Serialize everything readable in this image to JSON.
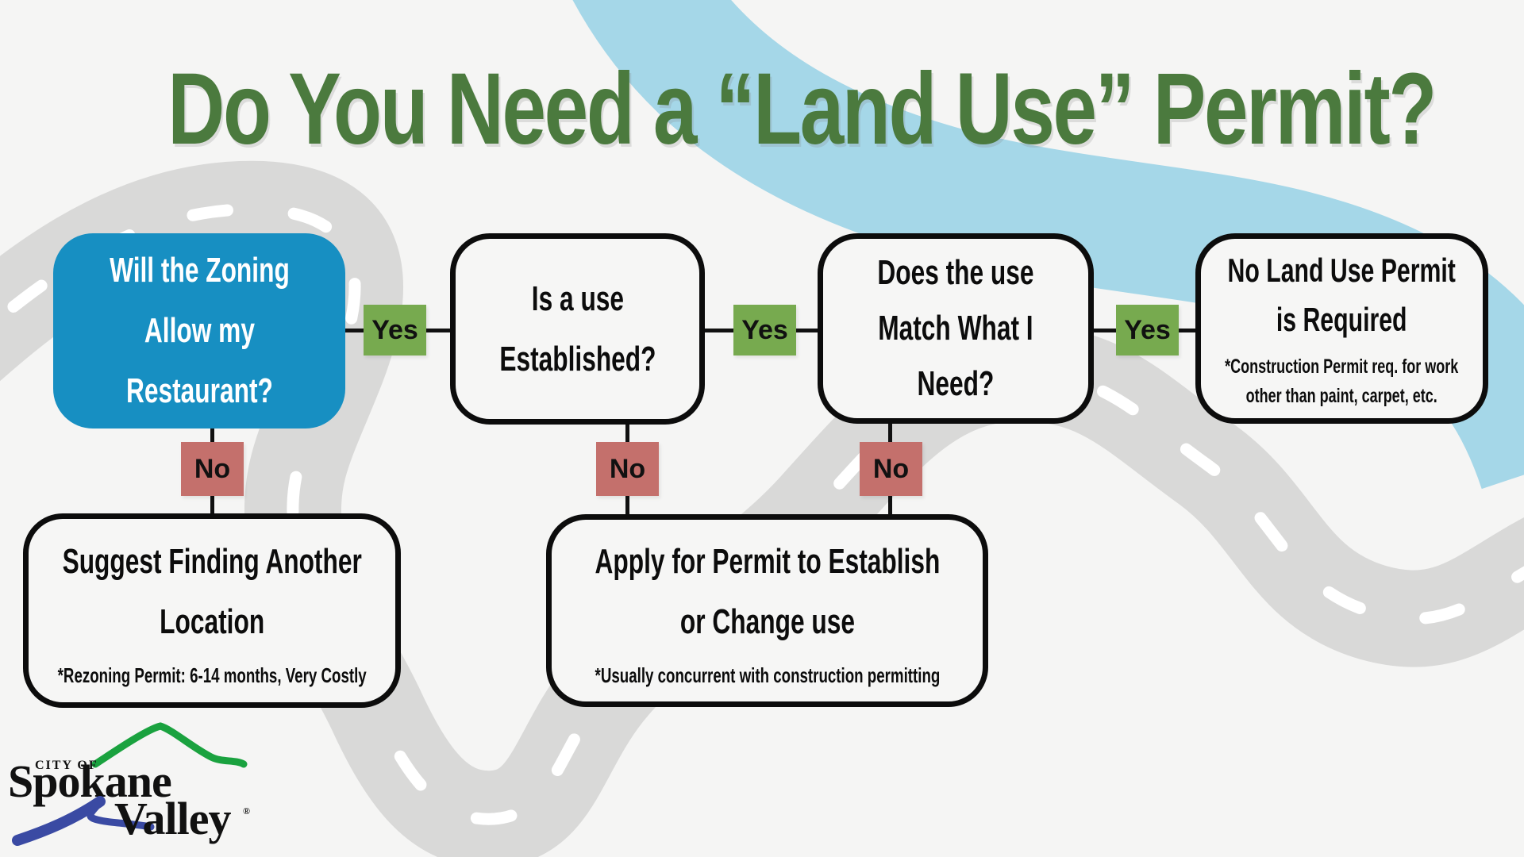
{
  "title": "Do You Need a “Land Use” Permit?",
  "connector_labels": {
    "yes": "Yes",
    "no": "No"
  },
  "nodes": {
    "zoning_question": {
      "line1": "Will the Zoning",
      "line2": "Allow my",
      "line3": "Restaurant?"
    },
    "use_established_question": {
      "line1": "Is a use",
      "line2": "Established?"
    },
    "use_match_question": {
      "line1": "Does the use",
      "line2": "Match What I",
      "line3": "Need?"
    },
    "no_permit_outcome": {
      "line1": "No Land Use Permit",
      "line2": "is Required",
      "note1": "*Construction Permit req. for work",
      "note2": "other than paint, carpet, etc."
    },
    "another_location_outcome": {
      "line1": "Suggest Finding Another",
      "line2": "Location",
      "note1": "*Rezoning Permit: 6-14 months, Very Costly"
    },
    "apply_permit_outcome": {
      "line1": "Apply for Permit to Establish",
      "line2": "or Change use",
      "note1": "*Usually concurrent with construction permitting"
    }
  },
  "logo": {
    "city_of": "CITY OF",
    "name_line1": "Spokane",
    "name_line2": "Valley",
    "registered_mark": "®"
  },
  "colors": {
    "background": "#f5f5f4",
    "title_green": "#4b7a3e",
    "question_blue": "#178fc2",
    "yes_green": "#77aa4f",
    "no_red": "#c4706c",
    "river_blue": "#a5d7e8",
    "road_gray": "#d9d9d8",
    "ink": "#0c0c0c",
    "logo_green": "#1aa23f",
    "logo_blue": "#3a4aa3"
  }
}
